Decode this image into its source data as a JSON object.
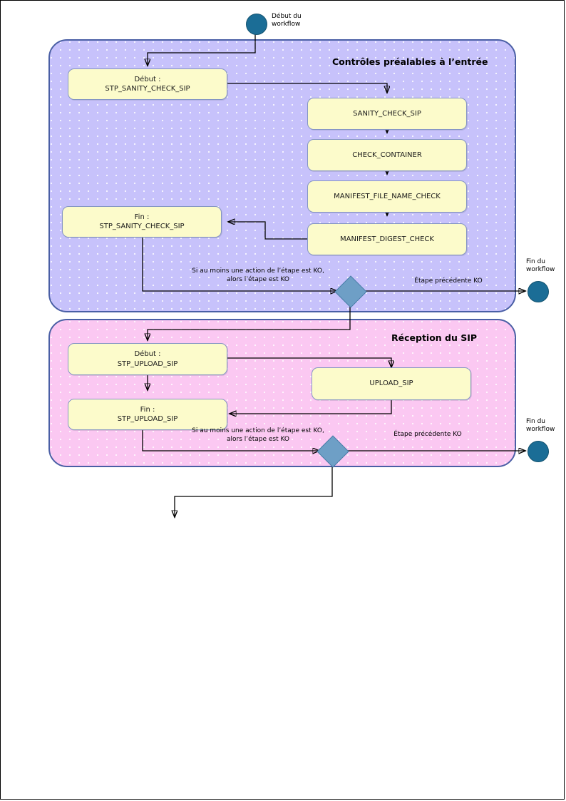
{
  "diagram": {
    "title_visible": false,
    "colors": {
      "lane_controls": "#c7c2fb",
      "lane_reception": "#fbc8f2",
      "lane_border": "#4a5fa5",
      "node_fill": "#fcfbcb",
      "node_border": "#8596c4",
      "terminator": "#1b6d96",
      "decision": "#6e9fc6",
      "connector": "#000000"
    }
  },
  "start": {
    "label": "Début du\nworkflow",
    "label_line1": "Début du",
    "label_line2": "workflow",
    "icon": "filled-circle-icon"
  },
  "lanes": [
    {
      "id": "controls",
      "title": "Contrôles préalables à l’entrée",
      "color": "#c7c2fb",
      "begin_node": {
        "line1": "Début :",
        "line2": "STP_SANITY_CHECK_SIP"
      },
      "end_node": {
        "line1": "Fin :",
        "line2": "STP_SANITY_CHECK_SIP"
      },
      "actions": [
        {
          "label": "SANITY_CHECK_SIP"
        },
        {
          "label": "CHECK_CONTAINER"
        },
        {
          "label": "MANIFEST_FILE_NAME_CHECK"
        },
        {
          "label": "MANIFEST_DIGEST_CHECK"
        }
      ],
      "ko_condition": "Si au moins une action de l’étape est KO,\nalors l’étape est KO",
      "ko_exit": "Étape précédente KO",
      "end_terminator": {
        "line1": "Fin du",
        "line2": "workflow"
      }
    },
    {
      "id": "reception",
      "title": "Réception du SIP",
      "color": "#fbc8f2",
      "begin_node": {
        "line1": "Début :",
        "line2": "STP_UPLOAD_SIP"
      },
      "end_node": {
        "line1": "Fin :",
        "line2": "STP_UPLOAD_SIP"
      },
      "actions": [
        {
          "label": "UPLOAD_SIP"
        }
      ],
      "ko_condition": "Si au moins une action de l’étape est KO,\nalors l’étape est KO",
      "ko_exit": "Étape précédente KO",
      "end_terminator": {
        "line1": "Fin du",
        "line2": "workflow"
      }
    }
  ],
  "chart_data": {
    "type": "diagram-flowchart",
    "nodes": [
      "Début du workflow",
      "Début : STP_SANITY_CHECK_SIP",
      "SANITY_CHECK_SIP",
      "CHECK_CONTAINER",
      "MANIFEST_FILE_NAME_CHECK",
      "MANIFEST_DIGEST_CHECK",
      "Fin : STP_SANITY_CHECK_SIP",
      "Début : STP_UPLOAD_SIP",
      "UPLOAD_SIP",
      "Fin : STP_UPLOAD_SIP",
      "Fin du workflow"
    ]
  }
}
